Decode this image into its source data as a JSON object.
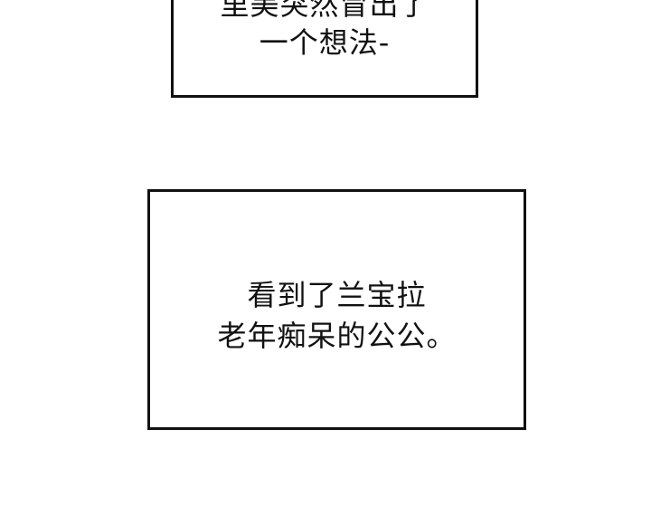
{
  "panels": {
    "top_caption": {
      "lines": [
        "里美突然冒出了",
        "一个想法-"
      ]
    },
    "bottom_caption": {
      "lines": [
        "看到了兰宝拉",
        "老年痴呆的公公。"
      ]
    }
  },
  "colors": {
    "background": "#ffffff",
    "border": "#111111",
    "text": "#111111"
  }
}
